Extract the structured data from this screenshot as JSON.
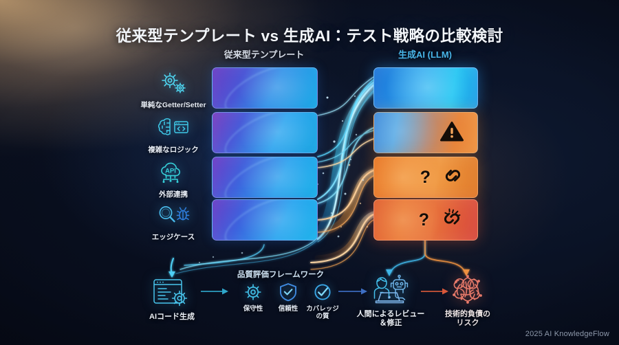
{
  "title": "従来型テンプレート vs 生成AI：テスト戦略の比較検討",
  "footer": "2025 AI KnowledgeFlow",
  "columns": {
    "left_header": "従来型テンプレート",
    "right_header": "生成AI (LLM)"
  },
  "rows": [
    {
      "icon": "gears-icon",
      "label": "単純なGetter/Setter",
      "left_state": "blue-gradient",
      "right_state": "blue-solid",
      "right_glyphs": []
    },
    {
      "icon": "brain-code-icon",
      "label": "複雑なロジック",
      "left_state": "blue-gradient",
      "right_state": "blue-orange-gradient",
      "right_glyphs": [
        "warning-triangle-icon"
      ]
    },
    {
      "icon": "api-cloud-icon",
      "label": "外部連携",
      "left_state": "blue-gradient",
      "right_state": "orange",
      "right_glyphs": [
        "question-mark",
        "chain-link-icon"
      ]
    },
    {
      "icon": "magnifier-bug-icon",
      "label": "エッジケース",
      "left_state": "blue-gradient",
      "right_state": "orange-red",
      "right_glyphs": [
        "question-mark",
        "broken-chain-icon"
      ]
    }
  ],
  "pipeline": {
    "code_gen": {
      "icon": "code-window-gear-icon",
      "label": "AIコード生成"
    },
    "quality_framework": {
      "title": "品質評価フレームワーク",
      "items": [
        {
          "icon": "gear-icon",
          "label": "保守性"
        },
        {
          "icon": "shield-check-icon",
          "label": "信頼性"
        },
        {
          "icon": "circle-check-icon",
          "label": "カバレッジ\nの質"
        }
      ]
    },
    "human_review": {
      "icon": "human-robot-laptop-icon",
      "label": "人間によるレビュー\n＆修正"
    },
    "tech_debt": {
      "icon": "tangled-knot-icon",
      "label": "技術的負債の\nリスク"
    }
  },
  "glyph_text": {
    "question": "?"
  },
  "colors": {
    "accent_cyan": "#49b6e8",
    "accent_orange": "#ef8a32",
    "accent_red": "#d8483c",
    "header_left": "#d6dce6",
    "text_primary": "#f4f7fb",
    "footer_text": "#8e99ab"
  }
}
